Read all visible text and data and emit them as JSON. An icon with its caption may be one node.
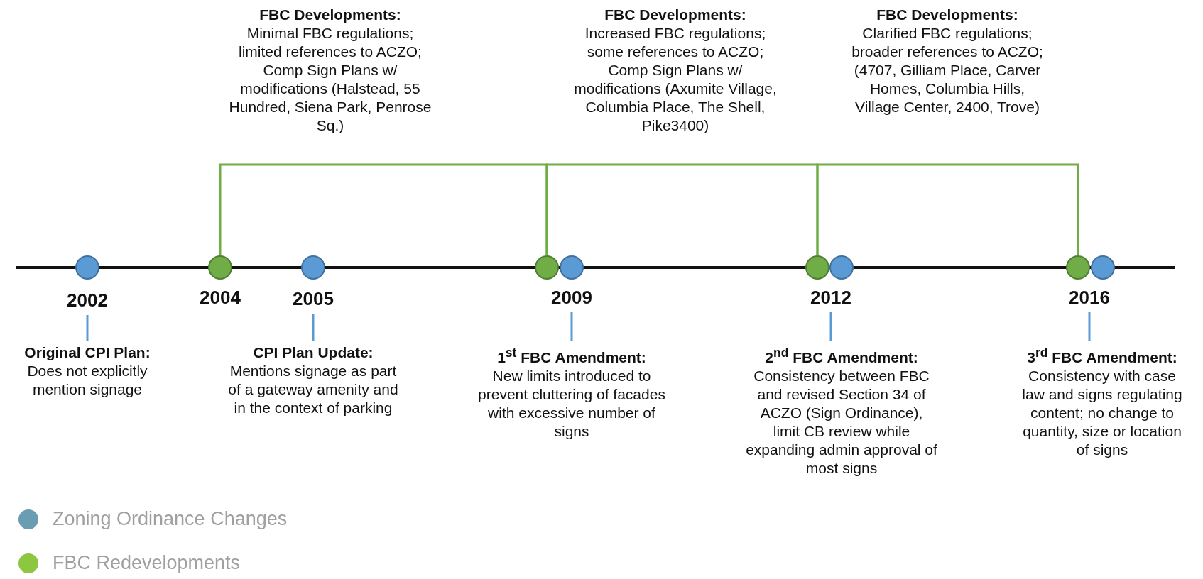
{
  "diagram": {
    "nodes": [
      {
        "text": [],
        "shape": "circle"
      },
      {
        "text": [],
        "shape": "circle"
      },
      {
        "text": [],
        "shape": "circle"
      },
      {
        "text": [],
        "shape": "circle"
      },
      {
        "text": [],
        "shape": "circle"
      },
      {
        "text": [],
        "shape": "circle"
      },
      {
        "text": [],
        "shape": "circle"
      },
      {
        "text": [],
        "shape": "circle"
      },
      {
        "text": [],
        "shape": "circle"
      },
      {
        "text": [
          "2002"
        ]
      },
      {
        "text": [
          "2004"
        ]
      },
      {
        "text": [
          "2005"
        ]
      },
      {
        "text": [
          "2009"
        ]
      },
      {
        "text": [
          "2012"
        ]
      },
      {
        "text": [
          "2016"
        ]
      },
      {
        "text": [
          "FBC Developments:",
          "Minimal FBC regulations; limited references to ACZO; Comp Sign Plans w/ modifications (Halstead, 55 Hundred, Siena Park, Penrose Sq.)"
        ]
      },
      {
        "text": [
          "FBC Developments:",
          "Increased FBC regulations; some references to ACZO; Comp Sign Plans w/ modifications (Axumite Village, Columbia Place, The Shell, Pike3400)"
        ]
      },
      {
        "text": [
          "FBC Developments:",
          "Clarified FBC regulations; broader references to ACZO; (4707, Gilliam Place, Carver Homes, Columbia Hills, Village Center, 2400, Trove)"
        ]
      },
      {
        "text": [
          "Original CPI Plan:",
          "Does not explicitly mention signage"
        ]
      },
      {
        "text": [
          "CPI Plan Update:",
          "Mentions signage as part of a gateway amenity and in the context of parking"
        ]
      },
      {
        "text": [
          "1$^{st}$ FBC Amendment:",
          "New limits introduced to prevent cluttering of facades with excessive number of signs"
        ]
      },
      {
        "text": [
          "2$^{nd}$ FBC Amendment:",
          "Consistency between FBC and revised Section 34 of ACZO (Sign Ordinance), limit CB review while expanding admin approval of most signs"
        ]
      },
      {
        "text": [
          "3$^{rd}$ FBC Amendment:",
          "Consistency with case law and signs regulating content; no change to quantity, size or location of signs"
        ]
      }
    ],
    "edges": [
      {
        "from": 9,
        "to": 18,
        "arrow": "none"
      },
      {
        "from": 11,
        "to": 19,
        "arrow": "none"
      },
      {
        "from": 12,
        "to": 20,
        "arrow": "none"
      },
      {
        "from": 13,
        "to": 21,
        "arrow": "none"
      },
      {
        "from": 14,
        "to": 22,
        "arrow": "none"
      },
      {
        "from": 1,
        "to": 3,
        "arrow": "none",
        "color": "#70ad47"
      },
      {
        "from": 3,
        "to": 5,
        "arrow": "none",
        "color": "#70ad47"
      },
      {
        "from": 5,
        "to": 7,
        "arrow": "none",
        "color": "#70ad47"
      }
    ],
    "legend": [
      {
        "text": "Zoning Ordinance Changes",
        "color": "#6a9db1"
      },
      {
        "text": "FBC Redevelopments",
        "color": "#8dc63f"
      }
    ]
  }
}
